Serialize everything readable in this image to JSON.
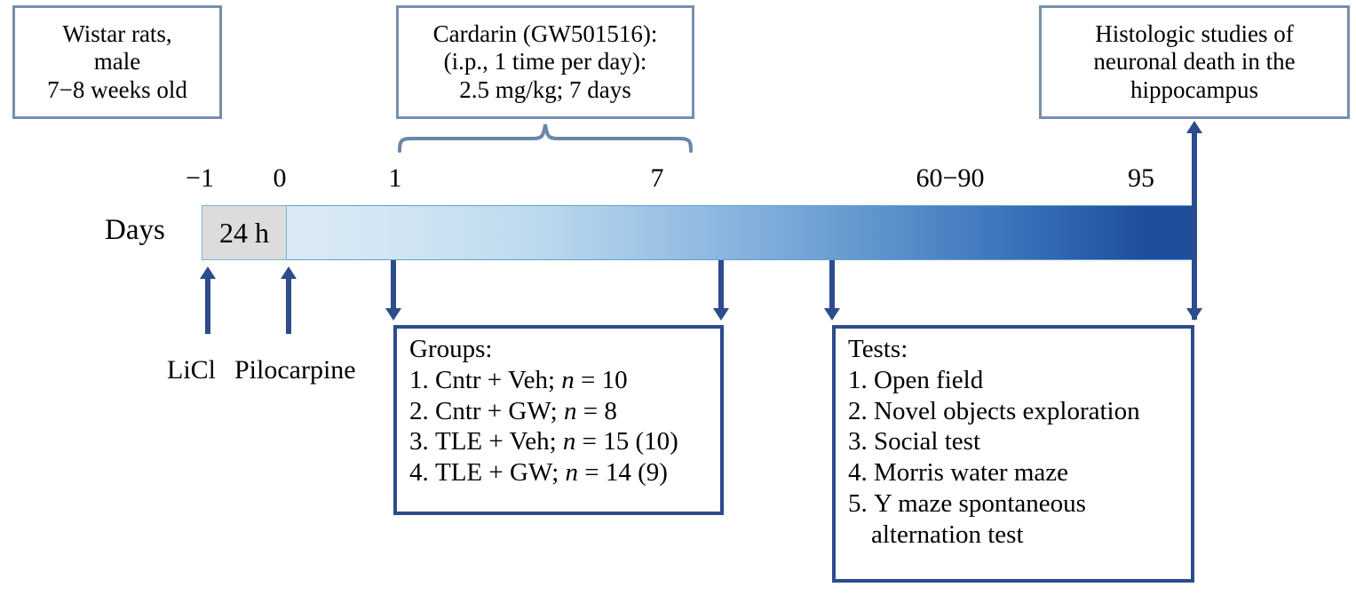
{
  "figure": {
    "type": "experimental-timeline-diagram",
    "axis_label": "Days",
    "colors": {
      "top_box_border": "#7590ad",
      "list_box_border": "#2c4c8c",
      "connector": "#2c4c8c",
      "brace": "#6a87a8",
      "bar_gradient_start": "#dceaf5",
      "bar_gradient_end": "#1f4e9c",
      "interval_box_fill": "#dcdcdc"
    }
  },
  "top_boxes": {
    "animals": {
      "lines": [
        "Wistar rats,",
        "male",
        "7−8 weeks old"
      ]
    },
    "treatment": {
      "lines": [
        "Cardarin (GW501516):",
        "(i.p., 1 time per day):",
        "2.5 mg/kg; 7 days"
      ]
    },
    "histology": {
      "lines": [
        "Histologic studies of",
        "neuronal death in the",
        "hippocampus"
      ]
    }
  },
  "timeline": {
    "ticks": [
      {
        "label": "−1"
      },
      {
        "label": "0"
      },
      {
        "label": "1"
      },
      {
        "label": "7"
      },
      {
        "label": "60−90"
      },
      {
        "label": "95"
      }
    ],
    "interval_box_label": "24 h"
  },
  "event_labels": {
    "licl": "LiCl",
    "pilocarpine": "Pilocarpine"
  },
  "groups_box": {
    "title": "Groups:",
    "items": [
      {
        "num": "1.",
        "text": "Cntr + Veh; ",
        "n_symbol": "n",
        "n_value": " = 10"
      },
      {
        "num": "2.",
        "text": "Cntr + GW; ",
        "n_symbol": "n",
        "n_value": " = 8"
      },
      {
        "num": "3.",
        "text": "TLE + Veh; ",
        "n_symbol": "n",
        "n_value": " = 15 (10)"
      },
      {
        "num": "4.",
        "text": "TLE + GW; ",
        "n_symbol": "n",
        "n_value": " = 14 (9)"
      }
    ]
  },
  "tests_box": {
    "title": "Tests:",
    "items": [
      {
        "num": "1.",
        "line1": "Open field",
        "line2": ""
      },
      {
        "num": "2.",
        "line1": "Novel objects exploration",
        "line2": ""
      },
      {
        "num": "3.",
        "line1": "Social test",
        "line2": ""
      },
      {
        "num": "4.",
        "line1": "Morris water maze",
        "line2": ""
      },
      {
        "num": "5.",
        "line1": "Y maze spontaneous",
        "line2": "alternation test"
      }
    ]
  }
}
